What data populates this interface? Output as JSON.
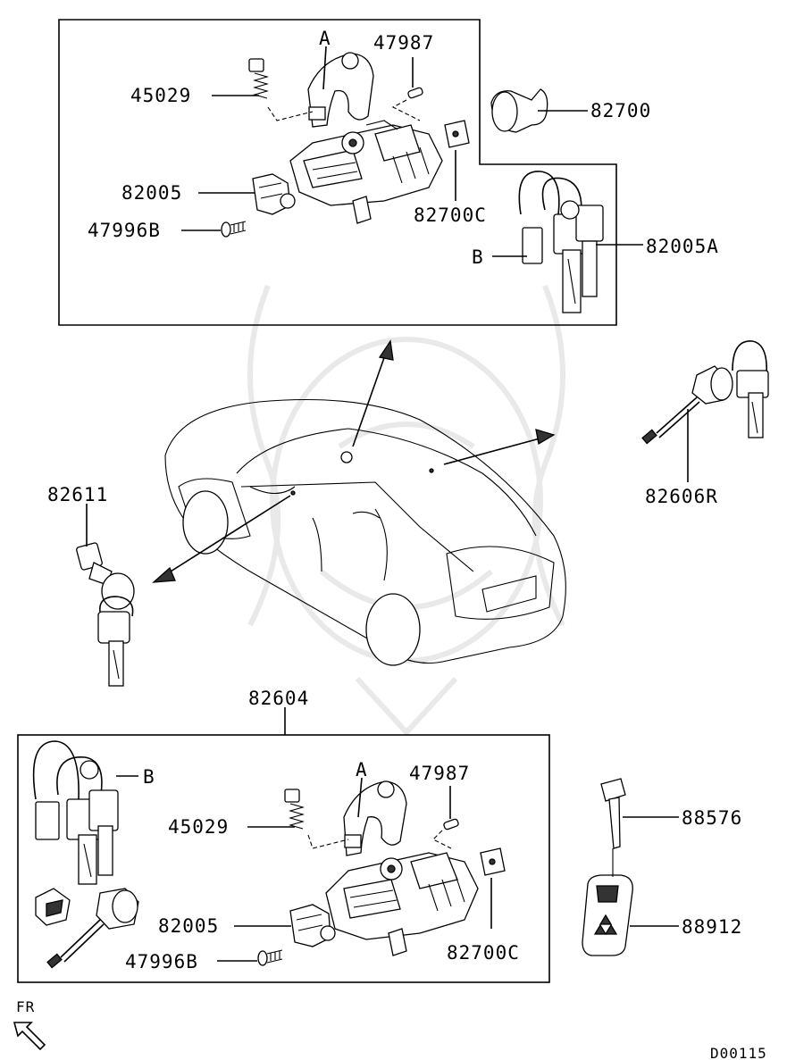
{
  "diagram_code": "D00115",
  "direction_label": "FR",
  "upper_assembly": {
    "labels": {
      "sub_a": "A",
      "sub_b": "B",
      "p45029": "45029",
      "p47987": "47987",
      "p82700": "82700",
      "p82005": "82005",
      "p47996b": "47996B",
      "p82700c": "82700C",
      "p82005a": "82005A"
    }
  },
  "lower_assembly": {
    "labels": {
      "header": "82604",
      "sub_a": "A",
      "sub_b": "B",
      "p45029": "45029",
      "p47987": "47987",
      "p82005": "82005",
      "p47996b": "47996B",
      "p82700c": "82700C"
    }
  },
  "standalone": {
    "p82611": "82611",
    "p82606r": "82606R",
    "p88576": "88576",
    "p88912": "88912"
  }
}
